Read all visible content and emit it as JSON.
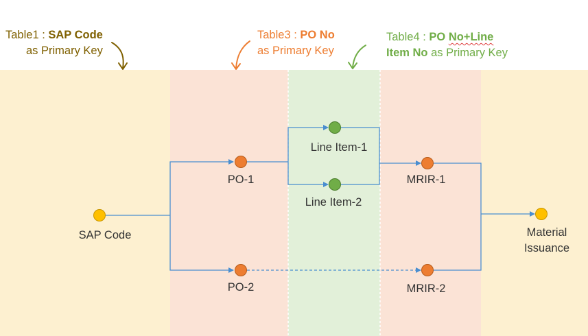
{
  "colors": {
    "band_outer": "#fdf0d0",
    "band_po": "#fbe3d6",
    "band_line": "#e2f0d9",
    "band_mrir": "#fbe3d6",
    "edge": "#4a8ed0",
    "node_yellow": "#ffc000",
    "node_yellow_stroke": "#c89600",
    "node_orange": "#ed7d31",
    "node_orange_stroke": "#b55a1a",
    "node_green": "#70ad47",
    "node_green_stroke": "#4a7d2c",
    "anno_table1": "#7f6000",
    "anno_table3": "#ed7d31",
    "anno_table4": "#70ad47"
  },
  "annotations": {
    "table1": {
      "line1_prefix": "Table1 : ",
      "line1_bold": "SAP Code",
      "line2": "as Primary Key"
    },
    "table3": {
      "line1_prefix": "Table3 : ",
      "line1_bold": "PO No",
      "line2": "as Primary Key"
    },
    "table4": {
      "line1_prefix": "Table4 : ",
      "line1_bold_a": "PO ",
      "line1_bold_b": "No+Line",
      "line2_bold": "Item No",
      "line2_rest": " as Primary Key"
    }
  },
  "nodes": {
    "sap_code": {
      "label": "SAP Code",
      "icon": "yellow-circle"
    },
    "po1": {
      "label": "PO-1",
      "icon": "orange-circle"
    },
    "po2": {
      "label": "PO-2",
      "icon": "orange-circle"
    },
    "line1": {
      "label": "Line Item-1",
      "icon": "green-circle"
    },
    "line2": {
      "label": "Line Item-2",
      "icon": "green-circle"
    },
    "mrir1": {
      "label": "MRIR-1",
      "icon": "orange-circle"
    },
    "mrir2": {
      "label": "MRIR-2",
      "icon": "orange-circle"
    },
    "material": {
      "label_line1": "Material",
      "label_line2": "Issuance",
      "icon": "yellow-circle"
    }
  }
}
